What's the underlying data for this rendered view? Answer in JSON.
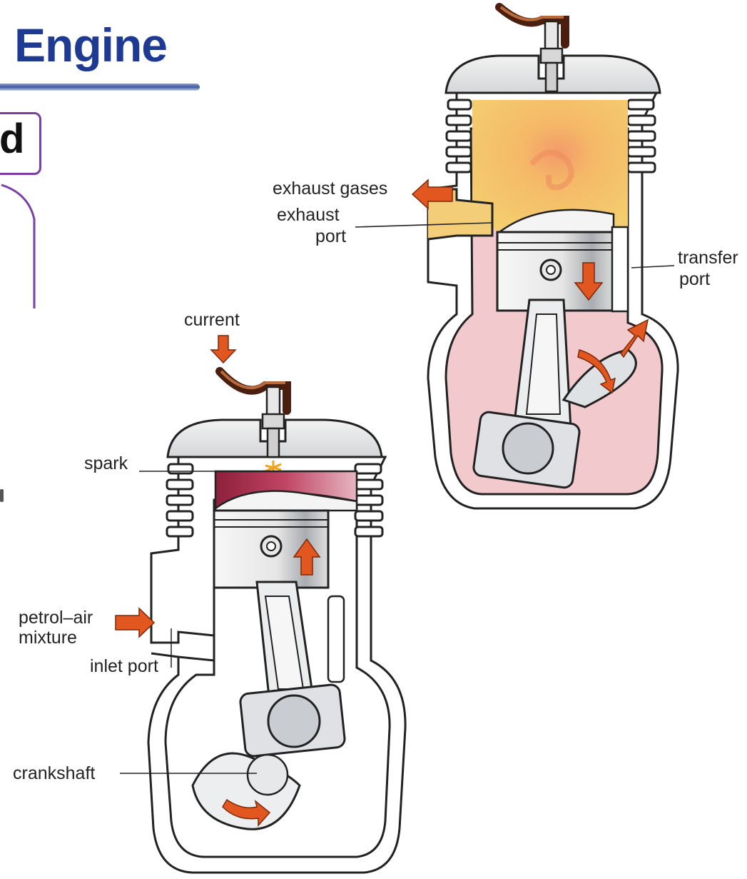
{
  "slide": {
    "title": "Engine",
    "cut_box_text": "d"
  },
  "labels": {
    "exhaust_gases": "exhaust gases",
    "exhaust_port_line1": "exhaust",
    "exhaust_port_line2": "port",
    "transfer_port_line1": "transfer",
    "transfer_port_line2": "port",
    "current": "current",
    "spark": "spark",
    "petrol_air_line1": "petrol–air",
    "petrol_air_line2": "mixture",
    "inlet_port": "inlet port",
    "crankshaft": "crankshaft"
  },
  "colors": {
    "title": "#1f3a93",
    "box_border": "#7a3fa5",
    "arrow": "#e2561f",
    "exhaust_gas": "#f2c25a",
    "crankcase_mixture": "#f0c4c8",
    "burning_mixture": "#b4304e",
    "metal": "#e6e8ea"
  },
  "icons": {
    "flow_arrow": "orange-arrow-icon"
  }
}
